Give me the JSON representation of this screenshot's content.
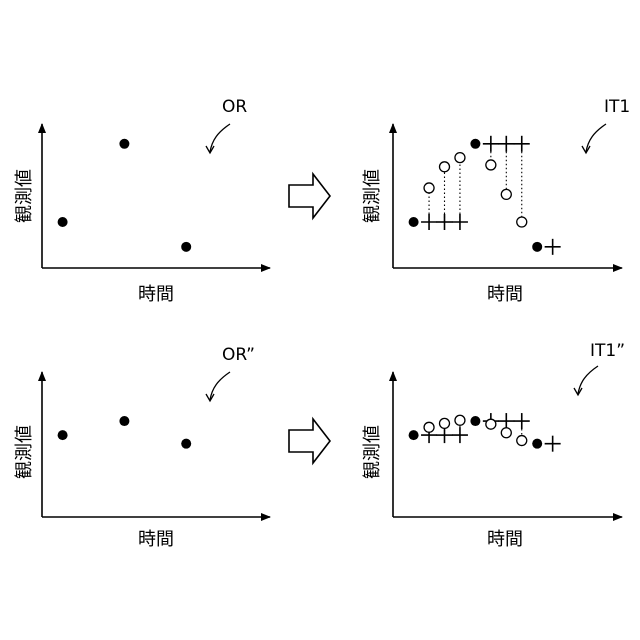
{
  "panels": [
    {
      "id": "top-left",
      "tag": "OR",
      "x_axis_label": "時間",
      "y_axis_label": "観測値",
      "observed": [
        [
          1,
          0.5
        ],
        [
          4,
          1.35
        ],
        [
          7,
          0.23
        ]
      ],
      "interpolated_open": [],
      "crosses": [],
      "links": []
    },
    {
      "id": "top-right",
      "tag": "IT1",
      "x_axis_label": "時間",
      "y_axis_label": "観測値",
      "observed": [
        [
          1,
          0.5
        ],
        [
          4,
          1.35
        ],
        [
          7,
          0.23
        ]
      ],
      "interpolated_open": [
        [
          1.75,
          0.87
        ],
        [
          2.5,
          1.1
        ],
        [
          3.25,
          1.2
        ],
        [
          4.75,
          1.12
        ],
        [
          5.5,
          0.8
        ],
        [
          6.25,
          0.5
        ]
      ],
      "crosses": [
        [
          1.75,
          0.5
        ],
        [
          2.5,
          0.5
        ],
        [
          3.25,
          0.5
        ],
        [
          4.75,
          1.35
        ],
        [
          5.5,
          1.35
        ],
        [
          6.25,
          1.35
        ],
        [
          7.75,
          0.23
        ]
      ],
      "links": [
        [
          1.75,
          0.5,
          0.87
        ],
        [
          2.5,
          0.5,
          1.1
        ],
        [
          3.25,
          0.5,
          1.2
        ],
        [
          4.75,
          1.35,
          1.12
        ],
        [
          5.5,
          1.35,
          0.8
        ],
        [
          6.25,
          1.35,
          0.5
        ]
      ]
    },
    {
      "id": "bottom-left",
      "tag": "OR”",
      "x_axis_label": "時間",
      "y_axis_label": "観測値",
      "observed": [
        [
          1,
          1.05
        ],
        [
          4,
          1.23
        ],
        [
          7,
          0.94
        ]
      ],
      "interpolated_open": [],
      "crosses": [],
      "links": []
    },
    {
      "id": "bottom-right",
      "tag": "IT1”",
      "x_axis_label": "時間",
      "y_axis_label": "観測値",
      "observed": [
        [
          1,
          1.05
        ],
        [
          4,
          1.23
        ],
        [
          7,
          0.94
        ]
      ],
      "interpolated_open": [
        [
          1.75,
          1.15
        ],
        [
          2.5,
          1.2
        ],
        [
          3.25,
          1.24
        ],
        [
          4.75,
          1.19
        ],
        [
          5.5,
          1.08
        ],
        [
          6.25,
          0.98
        ]
      ],
      "crosses": [
        [
          1.75,
          1.05
        ],
        [
          2.5,
          1.05
        ],
        [
          3.25,
          1.05
        ],
        [
          4.75,
          1.23
        ],
        [
          5.5,
          1.23
        ],
        [
          6.25,
          1.23
        ],
        [
          7.75,
          0.94
        ]
      ],
      "links": [
        [
          1.75,
          1.05,
          1.15
        ],
        [
          2.5,
          1.05,
          1.2
        ],
        [
          3.25,
          1.05,
          1.24
        ],
        [
          4.75,
          1.23,
          1.19
        ],
        [
          5.5,
          1.23,
          1.08
        ],
        [
          6.25,
          1.23,
          0.98
        ]
      ]
    }
  ]
}
